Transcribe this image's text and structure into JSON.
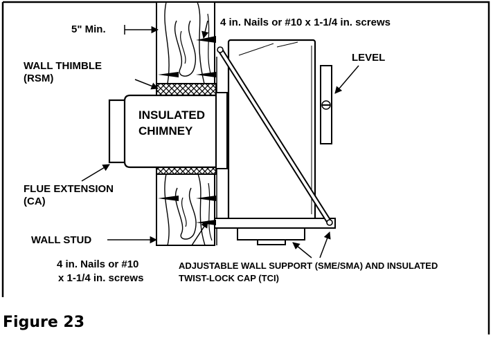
{
  "figure": {
    "caption": "Figure 23",
    "labels": {
      "clearance": "5\" Min.",
      "nails_top": "4 in. Nails or #10 x 1-1/4 in. screws",
      "wall_thimble_line1": "WALL THIMBLE",
      "wall_thimble_line2": "(RSM)",
      "level": "LEVEL",
      "chimney_line1": "INSULATED",
      "chimney_line2": "CHIMNEY",
      "flue_line1": "FLUE EXTENSION",
      "flue_line2": "(CA)",
      "wall_stud": "WALL STUD",
      "nails_bottom_line1": "4 in. Nails or #10",
      "nails_bottom_line2": "x 1-1/4 in. screws",
      "support_line1": "ADJUSTABLE WALL SUPPORT (SME/SMA) AND INSULATED",
      "support_line2": "TWIST-LOCK CAP (TCI)"
    }
  }
}
